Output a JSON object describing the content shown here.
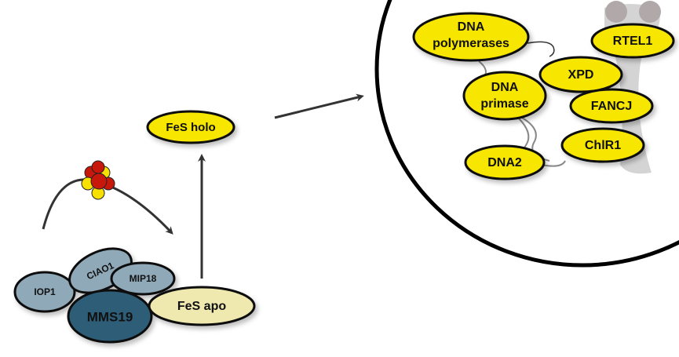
{
  "colors": {
    "fes_protein": "#f6e600",
    "fes_apo": "#efe9b0",
    "mms19": "#2f5d78",
    "cia_light": "#8fa9b8",
    "cluster_red": "#c8180c",
    "cluster_yellow": "#f8e000"
  },
  "cytosol": {
    "complex": {
      "iop1": "IOP1",
      "ciao1": "CIAO1",
      "mip18": "MIP18",
      "mms19": "MMS19"
    },
    "fes_apo": "FeS apo",
    "fes_holo": "FeS holo"
  },
  "nucleus": {
    "proteins": [
      "DNA",
      "polymerases",
      "RTEL1",
      "XPD",
      "DNA",
      "primase",
      "FANCJ",
      "ChlR1",
      "DNA2"
    ]
  }
}
